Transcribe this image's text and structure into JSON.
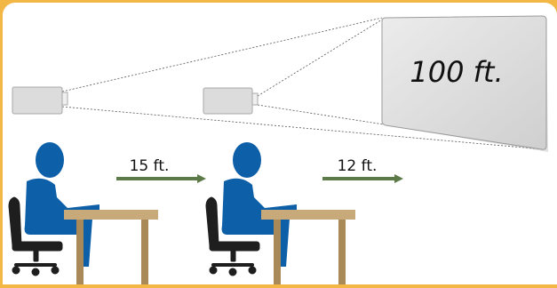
{
  "screen": {
    "label": "100 ft."
  },
  "distances": {
    "first": "15 ft.",
    "second": "12 ft."
  },
  "colors": {
    "frame": "#f3b746",
    "background": "#ffffff",
    "person": "#0d5fa8",
    "chair": "#1e1e1e",
    "desk": "#c8a97a",
    "desk_legs": "#a98958",
    "arrow": "#5b7a48",
    "projector": "#dcdcdc",
    "screen": "#d9d9d9"
  }
}
